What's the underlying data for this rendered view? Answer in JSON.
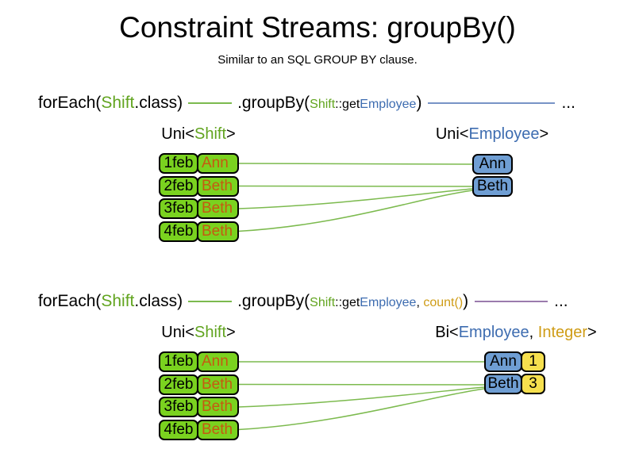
{
  "slide": {
    "title": "Constraint Streams: groupBy()",
    "subtitle": "Similar to an SQL GROUP BY clause."
  },
  "colors": {
    "green-text": "#61a41f",
    "green-line": "#7cba4e",
    "green-box": "#7ad21f",
    "orange-text": "#c55a11",
    "blue-text": "#3d6cb0",
    "blue-line": "#7793c6",
    "blue-box": "#6f9ed3",
    "purple-line": "#9b7bad",
    "gold-text": "#cf9c16",
    "yellow-box": "#f6e04e"
  },
  "section1": {
    "code": {
      "foreach_open": "forEach(",
      "foreach_class": "Shift",
      "foreach_close": ".class)",
      "groupby_open": ".groupBy(",
      "arg_class": "Shift",
      "arg_accessor": "::get",
      "arg_type": "Employee",
      "groupby_close": ")",
      "ellipsis": "..."
    },
    "left_label": {
      "open": "Uni<",
      "type": "Shift",
      "close": ">"
    },
    "right_label": {
      "open": "Uni<",
      "type": "Employee",
      "close": ">"
    },
    "rows": [
      {
        "date": "1feb",
        "name": "Ann"
      },
      {
        "date": "2feb",
        "name": "Beth"
      },
      {
        "date": "3feb",
        "name": "Beth"
      },
      {
        "date": "4feb",
        "name": "Beth"
      }
    ],
    "groups": [
      {
        "name": "Ann"
      },
      {
        "name": "Beth"
      }
    ]
  },
  "section2": {
    "code": {
      "foreach_open": "forEach(",
      "foreach_class": "Shift",
      "foreach_close": ".class)",
      "groupby_open": ".groupBy(",
      "arg_class": "Shift",
      "arg_accessor": "::get",
      "arg_type": "Employee",
      "arg_sep": ", ",
      "arg_collector": "count()",
      "groupby_close": ")",
      "ellipsis": "..."
    },
    "left_label": {
      "open": "Uni<",
      "type": "Shift",
      "close": ">"
    },
    "right_label": {
      "open": "Bi<",
      "type1": "Employee",
      "sep": ", ",
      "type2": "Integer",
      "close": ">"
    },
    "rows": [
      {
        "date": "1feb",
        "name": "Ann"
      },
      {
        "date": "2feb",
        "name": "Beth"
      },
      {
        "date": "3feb",
        "name": "Beth"
      },
      {
        "date": "4feb",
        "name": "Beth"
      }
    ],
    "groups": [
      {
        "name": "Ann",
        "count": "1"
      },
      {
        "name": "Beth",
        "count": "3"
      }
    ]
  }
}
